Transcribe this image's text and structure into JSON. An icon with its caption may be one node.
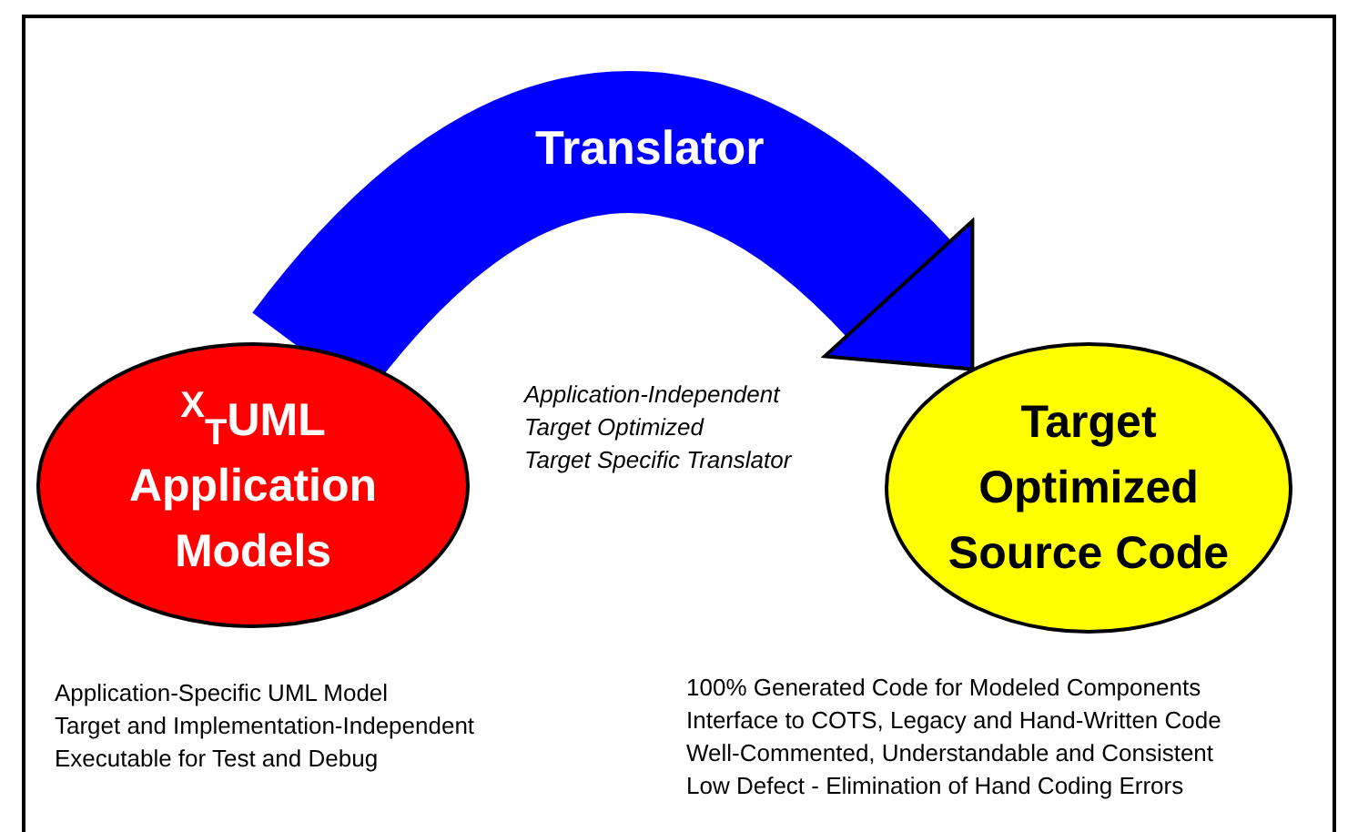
{
  "diagram": {
    "nodes": [
      {
        "text": [
          "$^{X}$$_{T}$UML Application Models"
        ]
      },
      {
        "text": [
          "Target Optimized Source Code"
        ]
      }
    ],
    "edges": [
      {
        "from": 0,
        "to": 1,
        "arrow": "to",
        "label": "Translator",
        "color": "#0000ff"
      }
    ],
    "labels": [
      "Application-Independent",
      "Target Optimized",
      "Target Specific Translator",
      "Application-Specific UML Model",
      "Target and Implementation-Independent",
      "Executable for Test and Debug",
      "100% Generated Code for Modeled Components",
      "Interface to COTS, Legacy and Hand-Written Code",
      "Well-Commented, Understandable and Consistent",
      "Low Defect - Elimination of Hand Coding Errors"
    ]
  }
}
